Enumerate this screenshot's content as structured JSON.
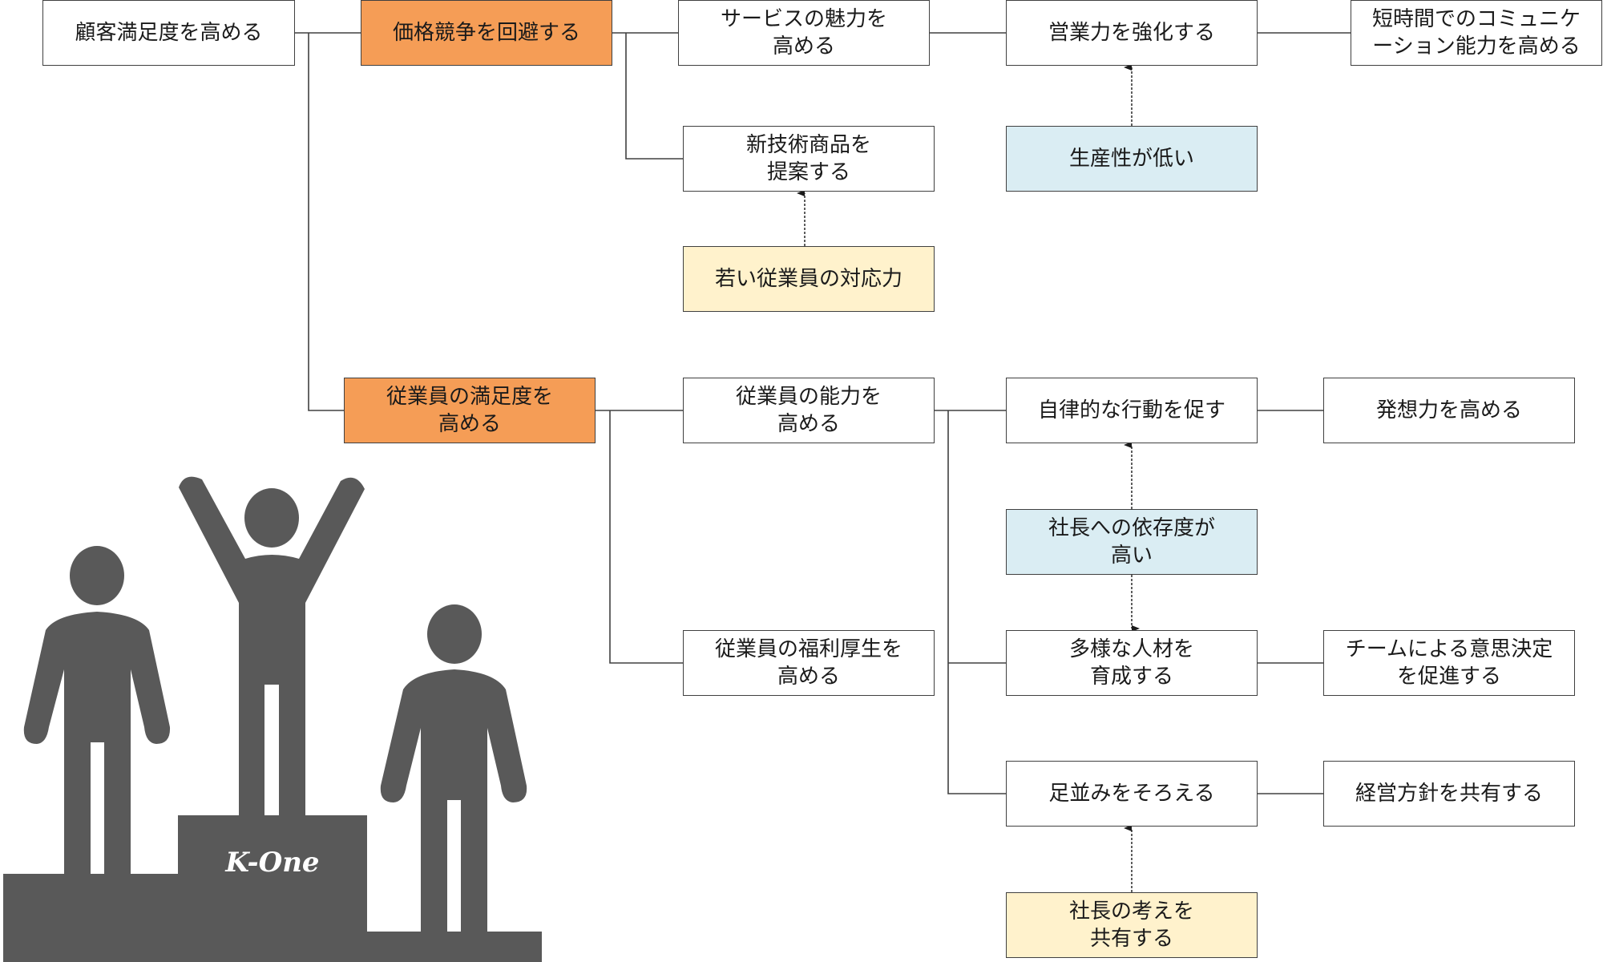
{
  "diagram": {
    "colors": {
      "primary_goal": "#F59D56",
      "issue": "#DAEDF3",
      "strength": "#FFF2CC",
      "default": "#FFFFFF",
      "line": "#404040",
      "illustration": "#595959"
    },
    "nodes": {
      "root": "顧客満足度を高める",
      "avoid_price_competition": "価格競争を回避する",
      "service_appeal": "サービスの魅力を\n高める",
      "strengthen_sales": "営業力を強化する",
      "short_communication": "短時間でのコミュニケ\nーション能力を高める",
      "propose_new_tech": "新技術商品を\n提案する",
      "low_productivity": "生産性が低い",
      "young_staff_response": "若い従業員の対応力",
      "employee_satisfaction": "従業員の満足度を\n高める",
      "employee_ability": "従業員の能力を\n高める",
      "autonomous_action": "自律的な行動を促す",
      "creativity": "発想力を高める",
      "dependence_on_president": "社長への依存度が\n高い",
      "employee_welfare": "従業員の福利厚生を\n高める",
      "diverse_talent": "多様な人材を\n育成する",
      "team_decision": "チームによる意思決定\nを促進する",
      "align_steps": "足並みをそろえる",
      "share_policy": "経営方針を共有する",
      "share_president_vision": "社長の考えを\n共有する"
    }
  },
  "illustration": {
    "logo_text": "K-One",
    "icon": "podium-winners-icon"
  }
}
